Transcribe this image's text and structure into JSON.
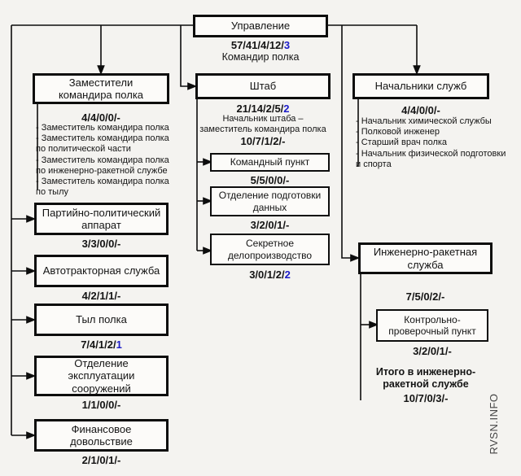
{
  "colors": {
    "ink": "#0d0d0d",
    "blue": "#1c1cc8",
    "background": "#f4f3f0"
  },
  "watermark": "RVSN.INFO",
  "root": {
    "title": "Управление",
    "num": {
      "black": "57/41/4/12/",
      "blue": "3"
    },
    "subtitle": "Командир полка"
  },
  "deputies": {
    "title": "Заместители\nкомандира полка",
    "num": {
      "black": "4/4/0/0/-",
      "blue": ""
    },
    "items": [
      "- Заместитель командира полка",
      "- Заместитель командира полка по политической части",
      "- Заместитель командира полка по инженерно-ракетной службе",
      "- Заместитель командира полка по тылу"
    ]
  },
  "staff": {
    "title": "Штаб",
    "num": {
      "black": "21/14/2/5/",
      "blue": "2"
    },
    "role": "Начальник штаба –\nзаместитель командира полка",
    "num2": {
      "black": "10/7/1/2/-",
      "blue": ""
    },
    "children": [
      {
        "title": "Командный пункт",
        "num": {
          "black": "5/5/0/0/-",
          "blue": ""
        }
      },
      {
        "title": "Отделение подготовки\nданных",
        "num": {
          "black": "3/2/0/1/-",
          "blue": ""
        }
      },
      {
        "title": "Секретное\nделопроизводство",
        "num": {
          "black": "3/0/1/2/",
          "blue": "2"
        }
      }
    ]
  },
  "chiefs": {
    "title": "Начальники служб",
    "num": {
      "black": "4/4/0/0/-",
      "blue": ""
    },
    "items": [
      "- Начальник химической службы",
      "- Полковой инженер",
      "- Старший врач полка",
      "- Начальник физической подготовки и спорта"
    ]
  },
  "left_column": [
    {
      "title": "Партийно-политический\nаппарат",
      "num": {
        "black": "3/3/0/0/-",
        "blue": ""
      }
    },
    {
      "title": "Автотракторная служба",
      "num": {
        "black": "4/2/1/1/-",
        "blue": ""
      }
    },
    {
      "title": "Тыл полка",
      "num": {
        "black": "7/4/1/2/",
        "blue": "1"
      }
    },
    {
      "title": "Отделение\nэксплуатации\nсооружений",
      "num": {
        "black": "1/1/0/0/-",
        "blue": ""
      }
    },
    {
      "title": "Финансовое\nдовольствие",
      "num": {
        "black": "2/1/0/1/-",
        "blue": ""
      }
    }
  ],
  "missile_service": {
    "title": "Инженерно-ракетная\nслужба",
    "num": {
      "black": "7/5/0/2/-",
      "blue": ""
    },
    "child": {
      "title": "Контрольно-\nпроверочный пункт",
      "num": {
        "black": "3/2/0/1/-",
        "blue": ""
      }
    },
    "total": {
      "label": "Итого в инженерно-\nракетной службе",
      "num": {
        "black": "10/7/0/3/-",
        "blue": ""
      }
    }
  }
}
